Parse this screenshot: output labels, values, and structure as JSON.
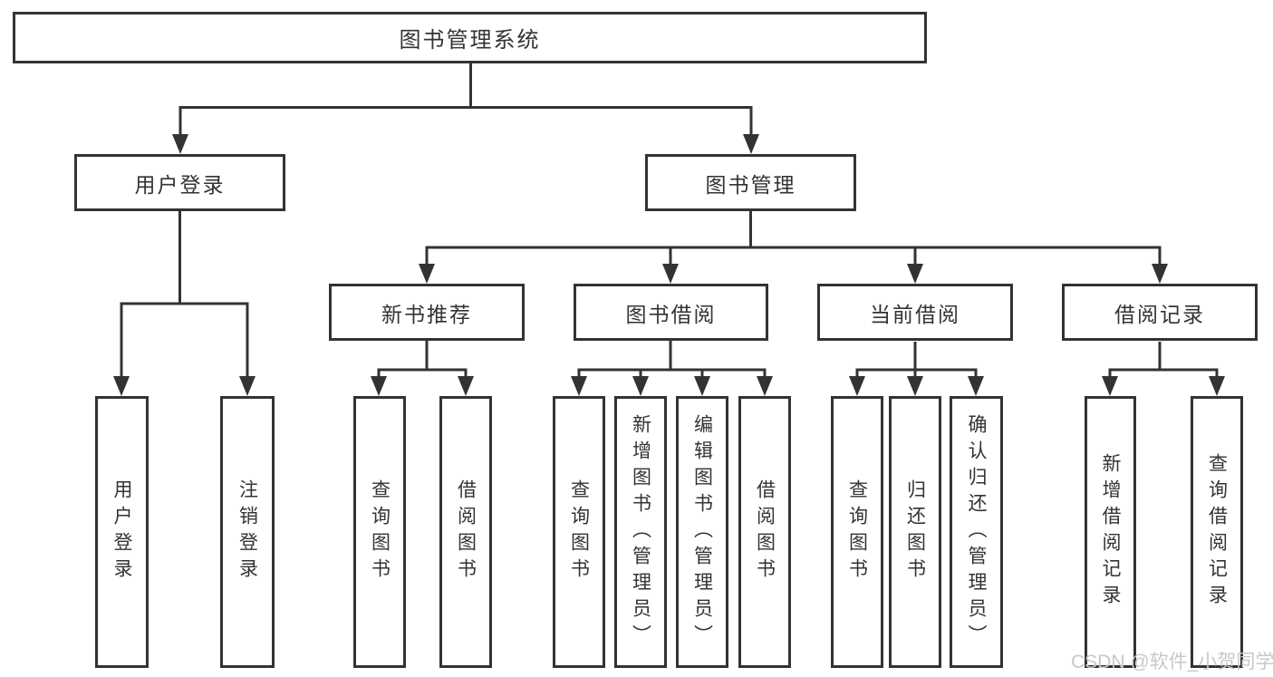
{
  "diagram": {
    "title_node": {
      "label": "图书管理系统"
    },
    "level2": [
      {
        "label": "用户登录"
      },
      {
        "label": "图书管理"
      }
    ],
    "level3": [
      {
        "label": "新书推荐"
      },
      {
        "label": "图书借阅"
      },
      {
        "label": "当前借阅"
      },
      {
        "label": "借阅记录"
      }
    ],
    "leaves": [
      {
        "label": "用户登录"
      },
      {
        "label": "注销登录"
      },
      {
        "label": "查询图书"
      },
      {
        "label": "借阅图书"
      },
      {
        "label": "查询图书"
      },
      {
        "label": "新增图书（管理员）"
      },
      {
        "label": "编辑图书（管理员）"
      },
      {
        "label": "借阅图书"
      },
      {
        "label": "查询图书"
      },
      {
        "label": "归还图书"
      },
      {
        "label": "确认归还（管理员）"
      },
      {
        "label": "新增借阅记录"
      },
      {
        "label": "查询借阅记录"
      }
    ],
    "colors": {
      "line": "#333333",
      "box_background": "#ffffff",
      "text": "#333333",
      "watermark": "#c8c8c8"
    }
  },
  "watermark": {
    "text": "CSDN @软件_小贺同学"
  }
}
